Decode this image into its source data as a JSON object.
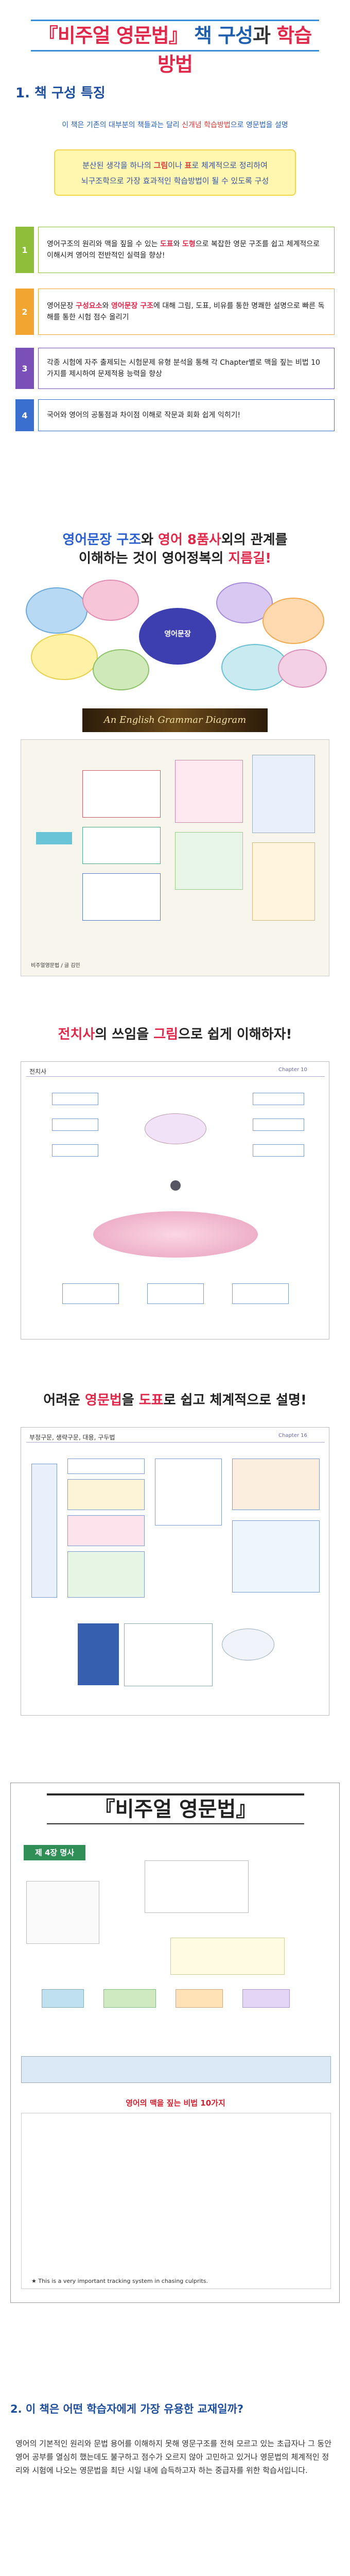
{
  "header": {
    "title_part1": "『비주얼 영문법』",
    "title_part2": " 책 구성",
    "title_part3": "과 ",
    "title_part4": "학습방법"
  },
  "section1": {
    "heading": "1. 책 구성 특징",
    "intro_a": "이 책은 기존의 대부분의 책들과는 달리 ",
    "intro_b": "신개념 학습방법",
    "intro_c": "으로 영문법을 설명",
    "banner_line1_a": "분산된 생각을 하나의 ",
    "banner_line1_b": "그림",
    "banner_line1_c": "이나 ",
    "banner_line1_d": "표",
    "banner_line1_e": "로 체계적으로 정리하여",
    "banner_line2": "뇌구조학으로 가장 효과적인 학습방법이 될 수 있도록 구성",
    "features": [
      {
        "num": "1",
        "color": "#8fbf3a",
        "text_a": "영어구조의 원리와 맥을 짚을 수 있는 ",
        "text_b": "도표",
        "text_c": "와 ",
        "text_d": "도형",
        "text_e": "으로 복잡한 영문 구조를 쉽고 체계적으로 이해시켜 영어의 전반적인 실력을 향상!"
      },
      {
        "num": "2",
        "color": "#f2a531",
        "text_a": "영어문장 ",
        "text_b": "구성요소",
        "text_c": "와 ",
        "text_d": "영어문장 구조",
        "text_e": "에 대해 그림, 도표, 비유를 통한 명쾌한 설명으로 빠른 독해를 통한 시험 점수 올리기"
      },
      {
        "num": "3",
        "color": "#7a4fb8",
        "text_a": "각종 시험에 자주 출제되는 시험문제 유형 분석을 통해 각 Chapter별로 맥을 짚는 비법 10가지를 제시하여 문제적용 능력을 향상",
        "text_b": "",
        "text_c": "",
        "text_d": "",
        "text_e": ""
      },
      {
        "num": "4",
        "color": "#3a6fd0",
        "text_a": "국어와 영어의 공통점과 차이점 이해로 작문과 회화 쉽게 익히기!",
        "text_b": "",
        "text_c": "",
        "text_d": "",
        "text_e": ""
      }
    ]
  },
  "section_mindmap": {
    "cap1_a": "영어문장 구조",
    "cap1_b": "와 ",
    "cap1_c": "영어 8품사",
    "cap1_d": "외의 관계를",
    "cap2_a": "이해하는 것이 영어정복의 ",
    "cap2_b": "지름길!",
    "center_label": "영어문장",
    "diagram_title": "An English Grammar Diagram",
    "diagram_footer": "비주얼영문법 / 글 김민"
  },
  "section_prep": {
    "cap_a": "전치사",
    "cap_b": "의 쓰임을 ",
    "cap_c": "그림",
    "cap_d": "으로 쉽게 이해하자!",
    "page_title": "전치사",
    "page_tag": "Chapter 10"
  },
  "section_table": {
    "cap_a": "어려운 ",
    "cap_b": "영문법",
    "cap_c": "을 ",
    "cap_d": "도표",
    "cap_e": "로 쉽고 체계적으로 설명!",
    "page_title": "부정구문, 생략구문, 대용, 구두법",
    "page_tag": "Chapter 16"
  },
  "section_sample": {
    "book_title": "『비주얼 영문법』",
    "chapter_label": "제 4장 명사",
    "tips_title": "영어의 맥을 짚는 비법 10가지",
    "footer_note": "★ This is a very important tracking system in chasing culprits."
  },
  "section2": {
    "heading": "2. 이 책은 어떤 학습자에게 가장 유용한 교재일까?",
    "body": "영어의 기본적인 원리와 문법 용어를 이해하지 못해 영문구조를 전혀 모르고 있는 초급자나 그 동안 영어 공부를 열심히 했는데도 불구하고 점수가 오르지 않아 고민하고 있거나 영문법의 체계적인 정리와 시험에 나오는 영문법을 최단 시일 내에 습득하고자 하는 중급자를 위한 학습서입니다."
  }
}
